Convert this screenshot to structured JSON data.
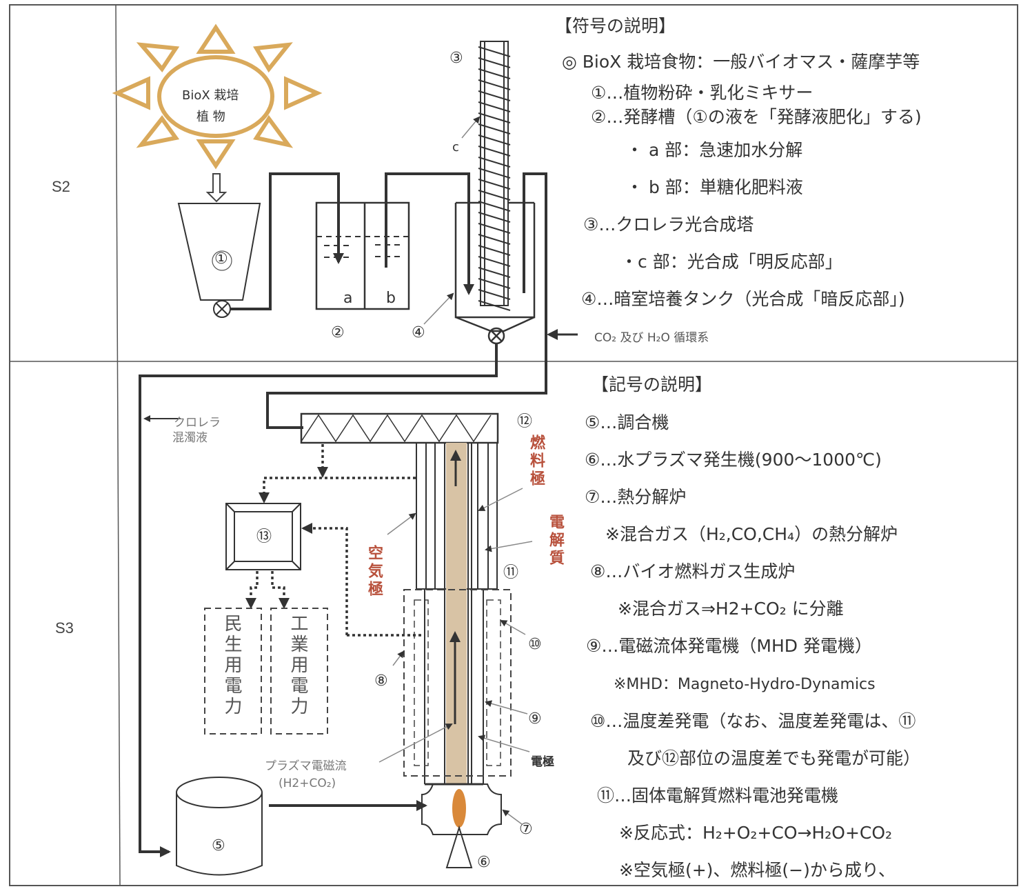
{
  "rows": {
    "s2": "S2",
    "s3": "S3"
  },
  "colors": {
    "sun": "#d9a95b",
    "fuel_column": "#d8c3a5",
    "red_label": "#b8513c",
    "flame": "#d9893a"
  },
  "s2_diagram": {
    "sun_label_line1": "BioX 栽培",
    "sun_label_line2": "植 物",
    "tank_a": "a",
    "tank_b": "b",
    "arrow_c": "c",
    "num_1": "①",
    "num_2": "②",
    "num_3": "③",
    "num_4": "④",
    "co2_loop": "CO₂ 及び H₂O 循環系"
  },
  "s2_legend": {
    "title": "【符号の説明】",
    "lines": [
      "◎ BioX 栽培食物：一般バイオマス・薩摩芋等",
      "①…植物粉砕・乳化ミキサー",
      "②…発酵槽（①の液を「発酵液肥化」する)",
      "・ a 部：急速加水分解",
      "・ b 部：単糖化肥料液",
      "③…クロレラ光合成塔",
      "・c 部：光合成「明反応部」",
      "④…暗室培養タンク（光合成「暗反応部」)"
    ]
  },
  "s3_diagram": {
    "chlorella_line1": "クロレラ",
    "chlorella_line2": "混濁液",
    "num_5": "⑤",
    "num_6": "⑥",
    "num_7": "⑦",
    "num_8": "⑧",
    "num_9": "⑨",
    "num_10": "⑩",
    "num_11": "⑪",
    "num_12": "⑫",
    "num_13": "⑬",
    "fuel_electrode": "燃料極",
    "electrolyte": "電解質",
    "air_electrode": "空気極",
    "civil_power": "民生用電力",
    "industrial_power": "工業用電力",
    "plasma_flow": "プラズマ電磁流",
    "plasma_gas": "(H2+CO₂)",
    "electrode": "電極"
  },
  "s3_legend": {
    "title": "【記号の説明】",
    "lines": [
      "⑤…調合機",
      "⑥…水プラズマ発生機(900〜1000℃)",
      "⑦…熱分解炉",
      "※混合ガス（H₂,CO,CH₄）の熱分解炉",
      "⑧…バイオ燃料ガス生成炉",
      "※混合ガス⇒H2+CO₂ に分離",
      "⑨…電磁流体発電機（MHD 発電機）",
      "※MHD：Magneto-Hydro-Dynamics",
      "⑩…温度差発電（なお、温度差発電は、⑪",
      "及び⑫部位の温度差でも発電が可能）",
      "⑪…固体電解質燃料電池発電機",
      "※反応式：H₂+O₂+CO→H₂O+CO₂",
      "※空気極(+)、燃料極(−)から成り、"
    ]
  }
}
